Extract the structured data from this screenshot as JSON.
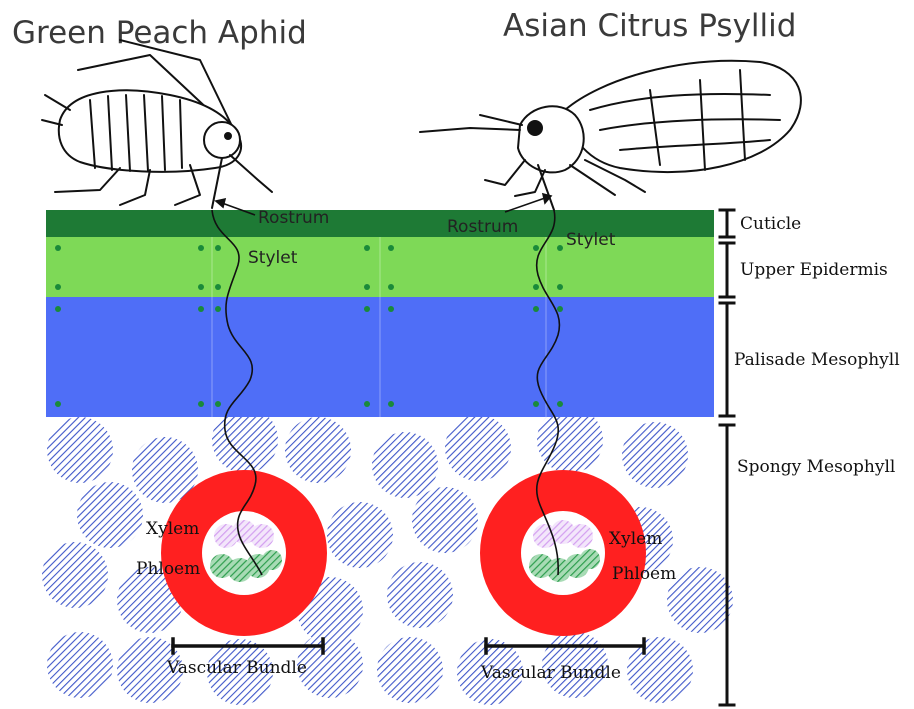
{
  "titles": {
    "left": "Green Peach Aphid",
    "right": "Asian Citrus Psyllid"
  },
  "left_labels": {
    "rostrum": "Rostrum",
    "stylet": "Stylet",
    "xylem": "Xylem",
    "phloem": "Phloem",
    "vascular_bundle": "Vascular Bundle"
  },
  "right_labels": {
    "rostrum": "Rostrum",
    "stylet": "Stylet",
    "xylem": "Xylem",
    "phloem": "Phloem",
    "vascular_bundle": "Vascular Bundle"
  },
  "layers": {
    "cuticle": "Cuticle",
    "upper_epidermis": "Upper Epidermis",
    "palisade_mesophyll": "Palisade Mesophyll",
    "spongy_mesophyll": "Spongy Mesophyll"
  },
  "colors": {
    "cuticle": "#1e7a35",
    "upper_epidermis": "#7ed957",
    "palisade": "#4f6ef7",
    "cell_dot": "#1a8a3a",
    "spongy_cell": "#3f57c9",
    "bundle_ring": "#ff2020",
    "xylem": "#d9a8f0",
    "phloem": "#2e9e4e"
  }
}
